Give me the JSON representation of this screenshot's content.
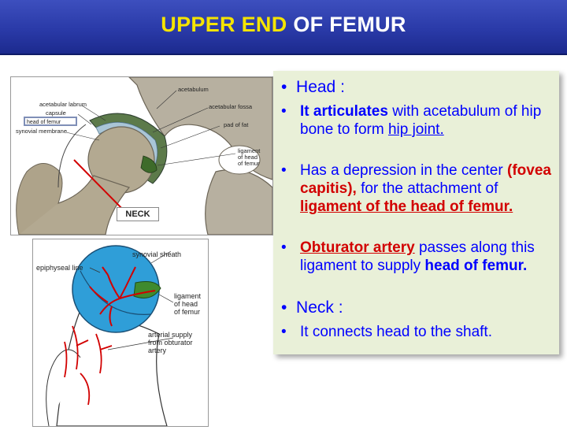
{
  "title": {
    "part1": "UPPER END",
    "part2": " OF FEMUR"
  },
  "colors": {
    "title_bar": "#2a3aa8",
    "title_highlight": "#f5e400",
    "panel_bg": "#e9f0d8",
    "body_text": "#0000ff",
    "emphasis": "#d20000"
  },
  "figure1": {
    "labels": {
      "acetabulum": "acetabulum",
      "acetabular_labrum": "acetabular labrum",
      "acetabular_fossa": "acetabular fossa",
      "capsule": "capsule",
      "head_of_femur": "head of femur",
      "synovial_membrane": "synovial membrane",
      "pad_of_fat": "pad of fat",
      "ligament_line1": "ligament",
      "ligament_line2": "of head",
      "ligament_line3": "of femur",
      "neck": "NECK"
    }
  },
  "figure2": {
    "labels": {
      "synovial_sheath": "synovial sheath",
      "epiphyseal_line": "epiphyseal line",
      "ligament_line1": "ligament",
      "ligament_line2": "of head",
      "ligament_line3": "of femur",
      "arterial_line1": "arterial supply",
      "arterial_line2": "from obturator",
      "arterial_line3": "artery"
    }
  },
  "panel": {
    "head_heading": "Head :",
    "head_point1": {
      "bold": "It articulates",
      "rest": " with acetabulum of hip bone to form ",
      "underlined": "hip joint."
    },
    "head_point2": {
      "text": "Has a depression in the center ",
      "fovea": "(fovea capitis),",
      "mid": " for the attachment of ",
      "ligament": "ligament of the head of femur."
    },
    "head_point3": {
      "artery": "Obturator artery",
      "rest": " passes along this ligament to supply ",
      "bold_end": "head of femur."
    },
    "neck_heading": "Neck :",
    "neck_point1": "It connects head to the shaft.",
    "bullet": "•"
  }
}
